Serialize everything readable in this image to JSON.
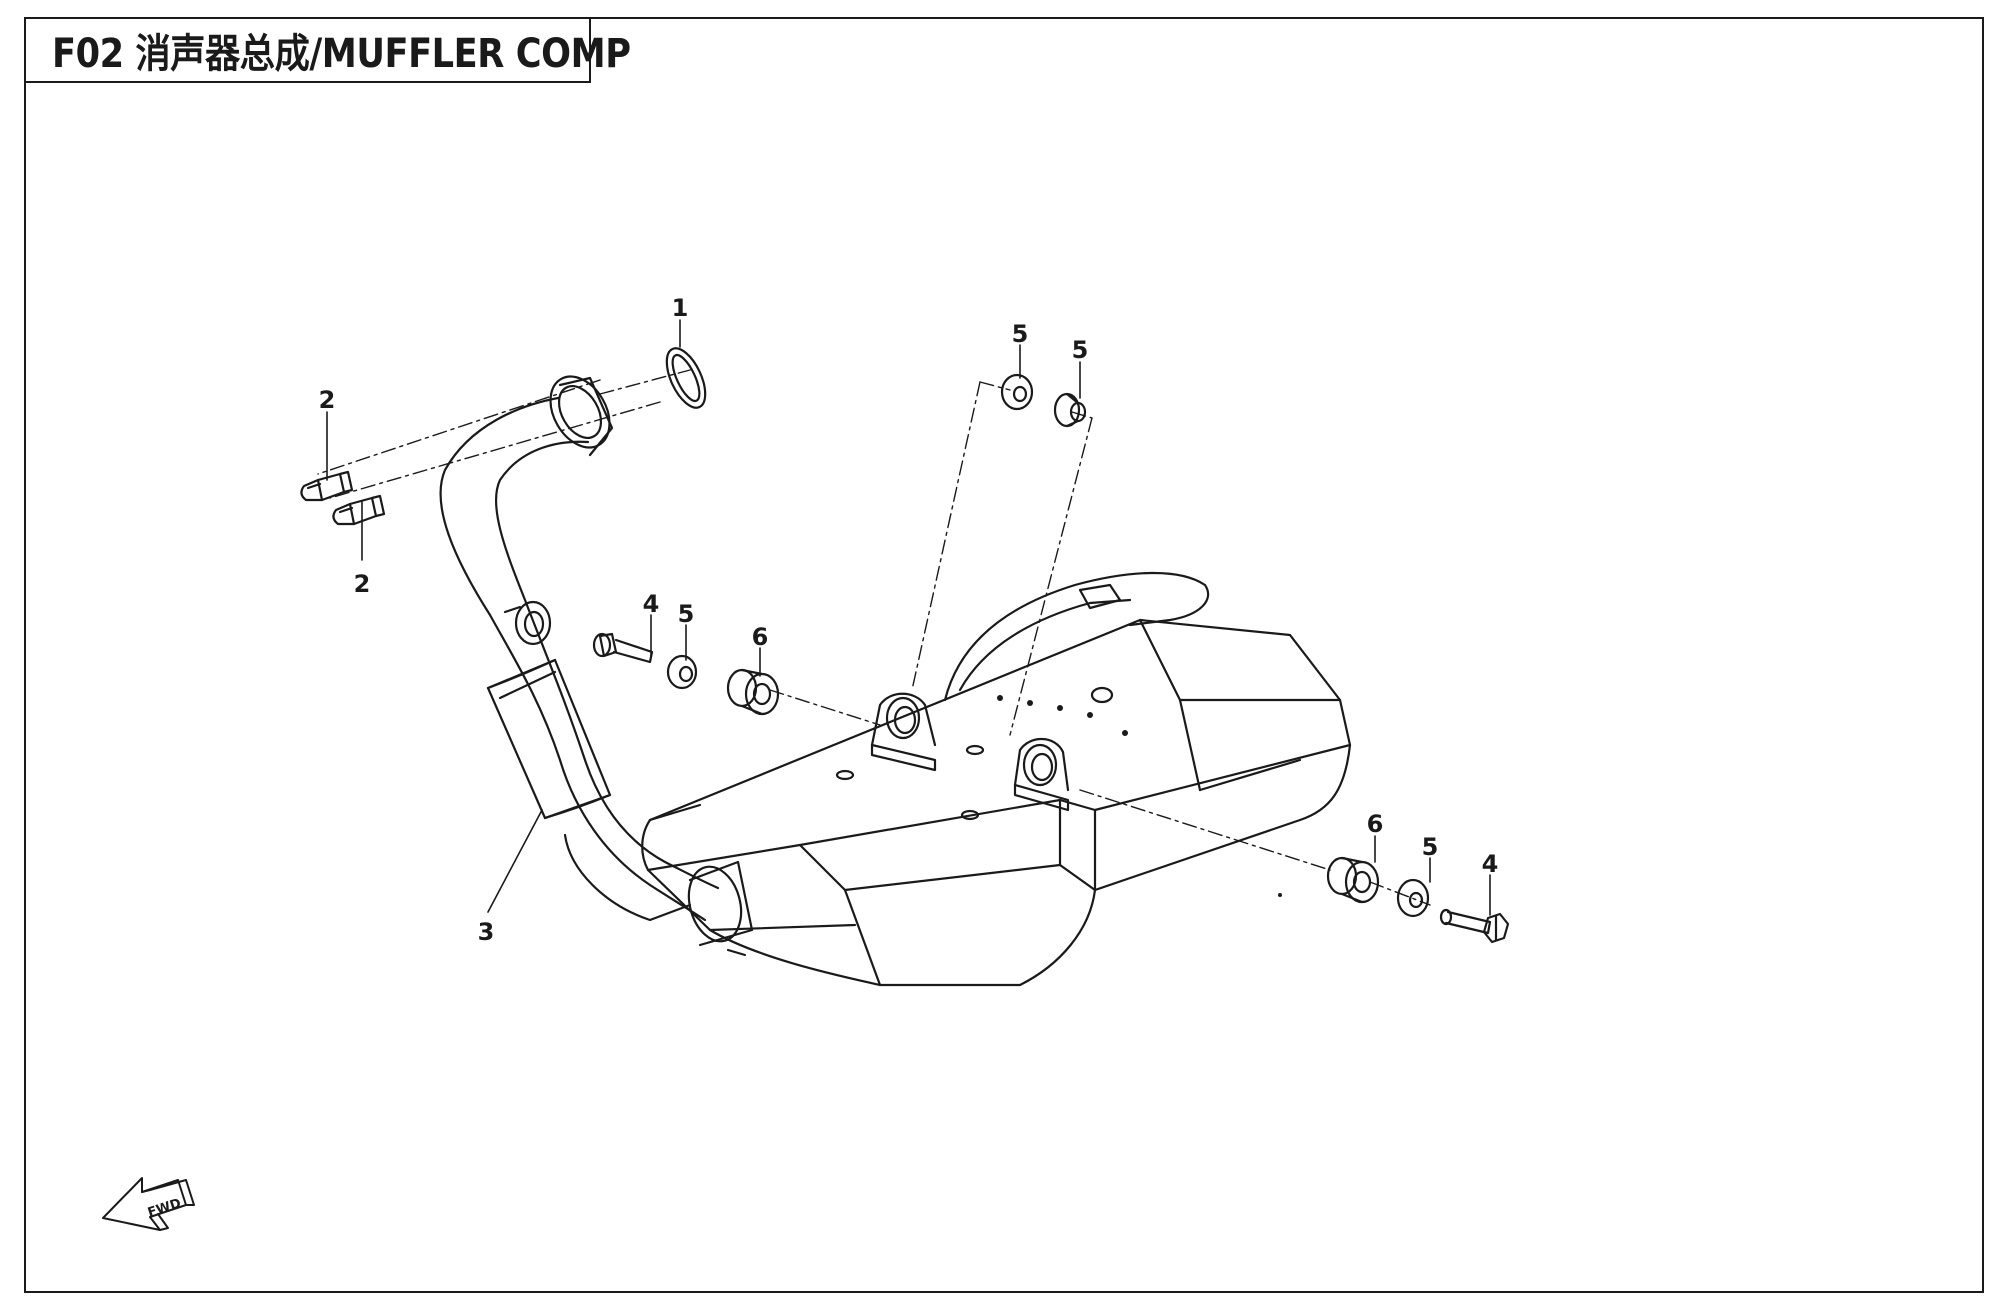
{
  "title": "F02 消声器总成/MUFFLER COMP",
  "callouts": {
    "gasket": "1",
    "stud_nut_upper": "2",
    "stud_nut_lower": "2",
    "muffler_assembly": "3",
    "bolt_front": "4",
    "bolt_rear": "4",
    "washer_front": "5",
    "washer_top_left": "5",
    "washer_top_right": "5",
    "washer_rear": "5",
    "bushing_front": "6",
    "bushing_rear": "6"
  },
  "fwd_label": "FWD",
  "colors": {
    "line": "#1a1a1a",
    "shade": "#444444",
    "paper": "#ffffff"
  }
}
